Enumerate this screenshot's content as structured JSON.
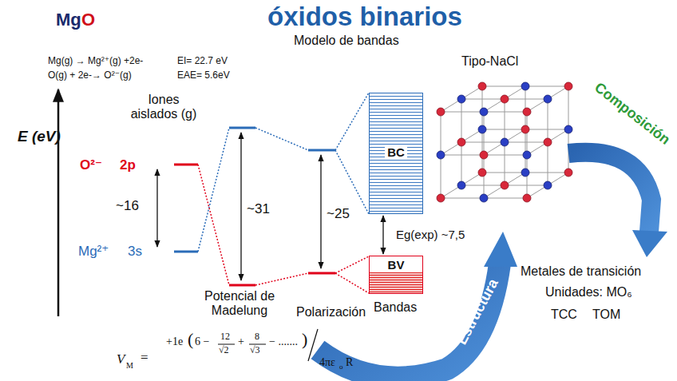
{
  "diagram": {
    "title": "óxidos binarios",
    "nodes": [
      {
        "text": [
          "BC"
        ]
      },
      {
        "text": [
          "BV"
        ]
      }
    ],
    "edges": [
      {
        "from": 0,
        "to": 1,
        "arrow": "both",
        "label": "Eg(exp) ~7,5"
      }
    ],
    "labels": [
      "Mg",
      "O",
      "Modelo de bandas",
      "Mg(g) → Mg²⁺(g) +2e-",
      "O(g) + 2e-→ O²⁻(g)",
      "EI= 22.7 eV",
      "EAE= 5.6eV",
      "E (eV)",
      "Iones aislados (g)",
      "O²⁻",
      "2p",
      "~16",
      "Mg²⁺",
      "3s",
      "~31",
      "Potencial de Madelung",
      "~25",
      "Polarización",
      "Bandas",
      "Tipo-NaCl",
      "Composición",
      "Estructura",
      "Metales de transición",
      "Unidades: MO₆",
      "TCC",
      "TOM",
      "V",
      "M",
      "=",
      "+1e",
      "(",
      "6 −",
      "12",
      "√2",
      "+",
      "8",
      "√3",
      "− .......",
      ")",
      "4πε",
      "o",
      "R"
    ]
  }
}
